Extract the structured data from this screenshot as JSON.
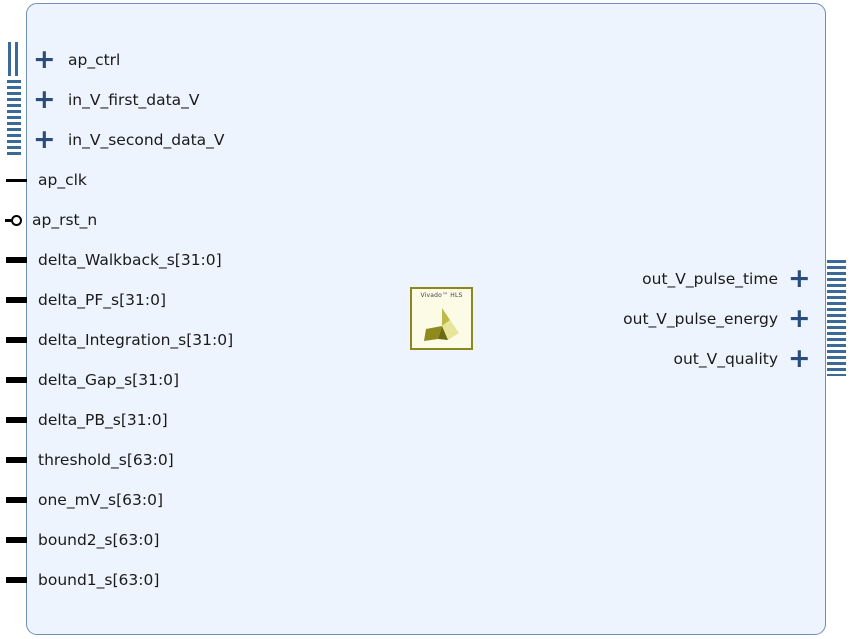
{
  "block": {
    "logo_text": "Vivado™ HLS"
  },
  "left_ports": [
    {
      "label": "ap_ctrl",
      "kind": "bus"
    },
    {
      "label": "in_V_first_data_V",
      "kind": "bus"
    },
    {
      "label": "in_V_second_data_V",
      "kind": "bus"
    },
    {
      "label": "ap_clk",
      "kind": "wire"
    },
    {
      "label": "ap_rst_n",
      "kind": "active-low"
    },
    {
      "label": "delta_Walkback_s[31:0]",
      "kind": "vector"
    },
    {
      "label": "delta_PF_s[31:0]",
      "kind": "vector"
    },
    {
      "label": "delta_Integration_s[31:0]",
      "kind": "vector"
    },
    {
      "label": "delta_Gap_s[31:0]",
      "kind": "vector"
    },
    {
      "label": "delta_PB_s[31:0]",
      "kind": "vector"
    },
    {
      "label": "threshold_s[63:0]",
      "kind": "vector"
    },
    {
      "label": "one_mV_s[63:0]",
      "kind": "vector"
    },
    {
      "label": "bound2_s[63:0]",
      "kind": "vector"
    },
    {
      "label": "bound1_s[63:0]",
      "kind": "vector"
    }
  ],
  "right_ports": [
    {
      "label": "out_V_pulse_time",
      "kind": "bus"
    },
    {
      "label": "out_V_pulse_energy",
      "kind": "bus"
    },
    {
      "label": "out_V_quality",
      "kind": "bus"
    }
  ],
  "colors": {
    "block_fill": "#edf4fd",
    "block_border": "#6f8fb3",
    "bus_color": "#2a4c7c",
    "logo_border": "#8b861e"
  },
  "icons": {
    "bus_port": "plus-icon",
    "logo": "vivado-hls-logo-icon"
  }
}
